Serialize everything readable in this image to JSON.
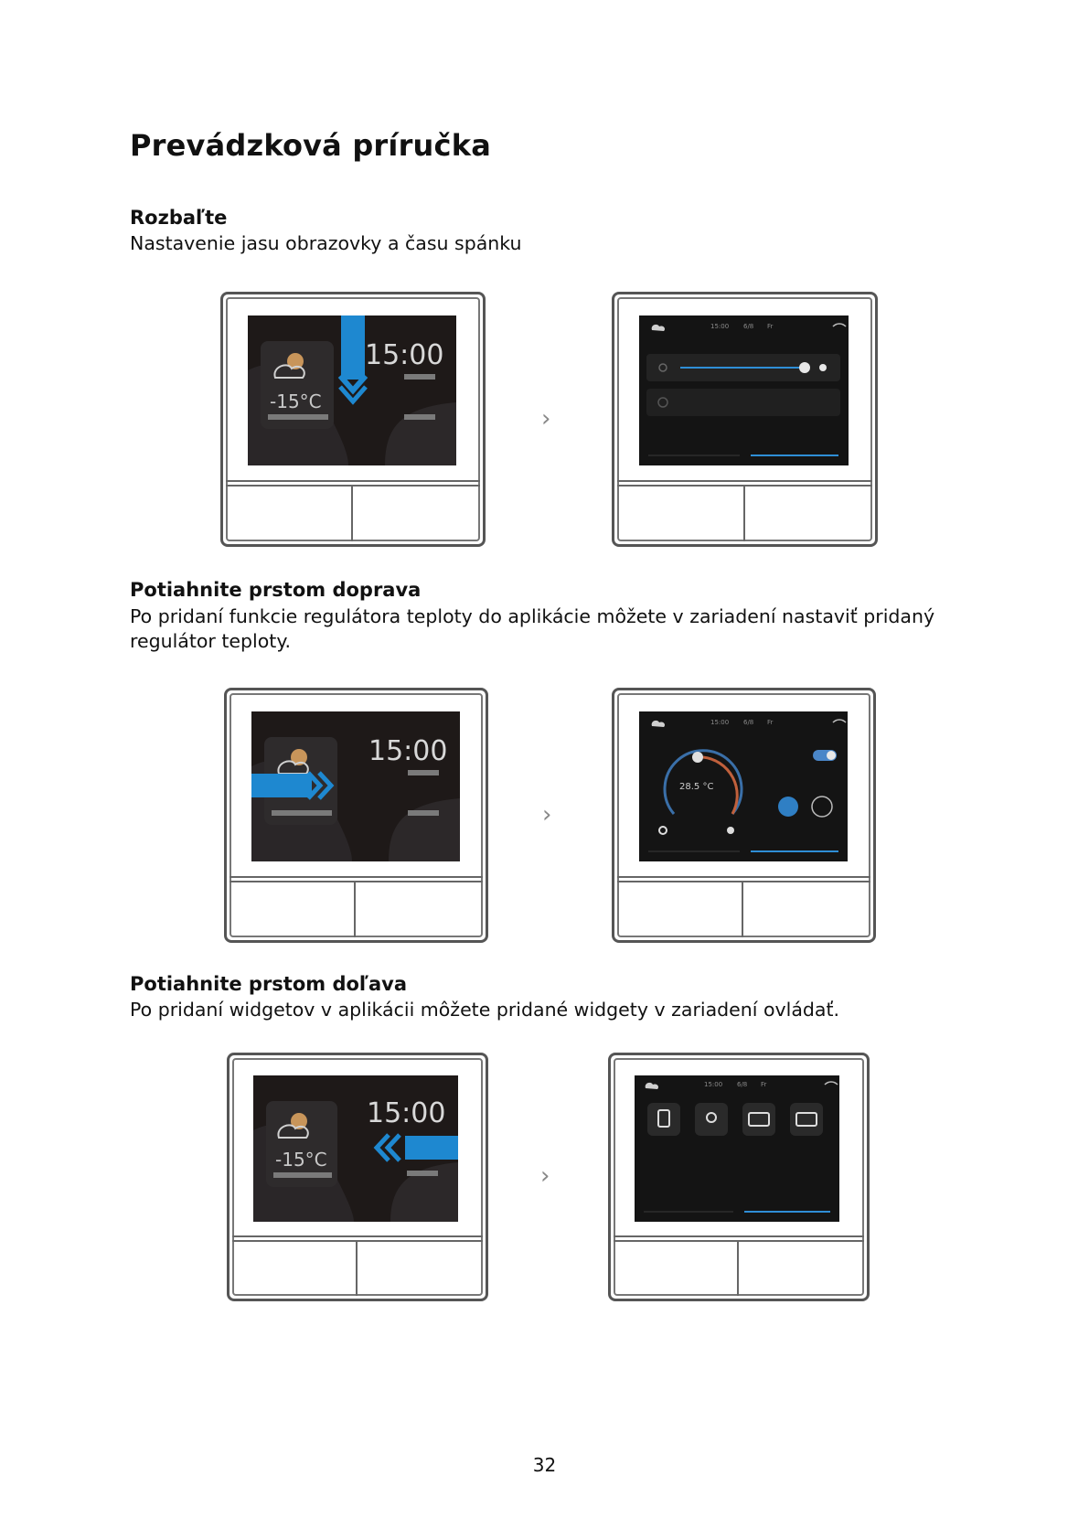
{
  "page": {
    "title": "Prevádzková príručka",
    "page_number": "32"
  },
  "sections": [
    {
      "heading": "Rozbaľte",
      "text": "Nastavenie jasu obrazovky a času spánku"
    },
    {
      "heading": "Potiahnite prstom doprava",
      "text_line1": "Po pridaní funkcie regulátora teploty do aplikácie môžete v zariadení nastaviť pridaný",
      "text_line2": "regulátor teploty."
    },
    {
      "heading": "Potiahnite prstom doľava",
      "text": "Po pridaní widgetov v aplikácii môžete pridané widgety v zariadení ovládať."
    }
  ],
  "device_screen": {
    "clock": "15:00",
    "temperature": "-15°C",
    "status_time": "15:00",
    "status_date": "6/8",
    "status_day": "Fr",
    "thermostat_temperature": "28.5 °C"
  },
  "arrow_glyph": "›",
  "colors": {
    "swipe_arrow": "#1e88d0",
    "screen_bg": "#1e1918",
    "accent_line": "#2f8ed6"
  }
}
